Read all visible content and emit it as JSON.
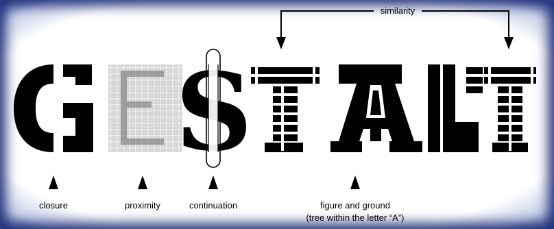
{
  "diagram": {
    "title_word": "GESTALT",
    "letters": [
      "G",
      "E",
      "S",
      "T",
      "A",
      "L",
      "T"
    ],
    "similarity_label": "similarity",
    "labels": {
      "closure": "closure",
      "proximity": "proximity",
      "continuation": "continuation",
      "figure_ground_line1": "figure and ground",
      "figure_ground_line2": "(tree within the letter “A”)"
    },
    "colors": {
      "ink": "#000000",
      "paper": "#ffffff",
      "border": "#2b3f8a"
    }
  }
}
